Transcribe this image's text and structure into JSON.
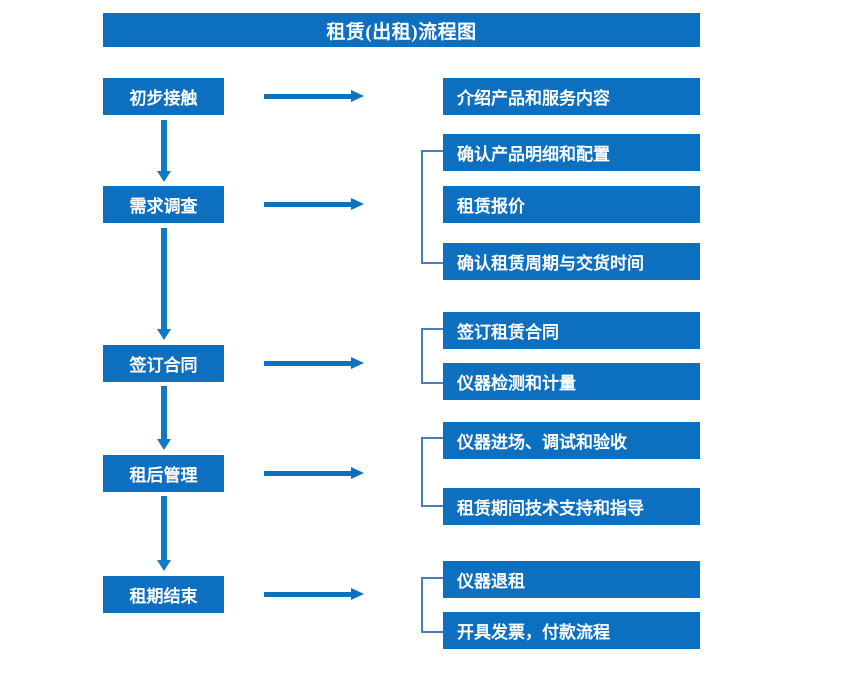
{
  "title": "租赁(出租)流程图",
  "colors": {
    "box_fill": "#0d6fc0",
    "box_text": "#ffffff",
    "arrow": "#0c72bd",
    "vertical_arrow": "#1279c4",
    "bracket": "#4a7ebb",
    "background": "#ffffff"
  },
  "stages": [
    {
      "label": "初步接触"
    },
    {
      "label": "需求调查"
    },
    {
      "label": "签订合同"
    },
    {
      "label": "租后管理"
    },
    {
      "label": "租期结束"
    }
  ],
  "details": [
    {
      "label": "介绍产品和服务内容"
    },
    {
      "label": "确认产品明细和配置"
    },
    {
      "label": "租赁报价"
    },
    {
      "label": "确认租赁周期与交货时间"
    },
    {
      "label": "签订租赁合同"
    },
    {
      "label": "仪器检测和计量"
    },
    {
      "label": "仪器进场、调试和验收"
    },
    {
      "label": "租赁期间技术支持和指导"
    },
    {
      "label": "仪器退租"
    },
    {
      "label": "开具发票，付款流程"
    }
  ]
}
